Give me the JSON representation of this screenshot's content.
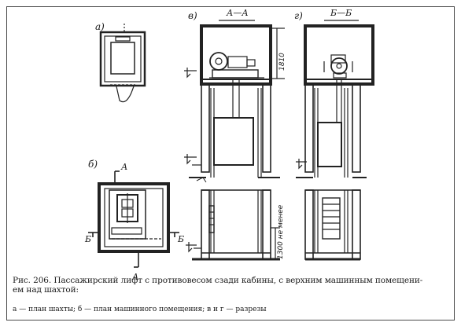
{
  "figure": {
    "views": [
      {
        "key": "a",
        "label": "а)"
      },
      {
        "key": "b",
        "label": "б)"
      },
      {
        "key": "c",
        "label": "в)"
      },
      {
        "key": "d",
        "label": "г)"
      }
    ],
    "sections": {
      "aa": "А—А",
      "bb": "Б—Б"
    },
    "cut_marks": {
      "a_top": "А",
      "a_bottom": "А",
      "b_left": "Б",
      "b_right": "Б"
    },
    "dimensions": {
      "machine_room_height": "1810",
      "pit_depth": "1300 не менее"
    }
  },
  "caption": {
    "line1": "Рис. 206. Пассажирский лифт с противовесом сзади кабины, с верхним машинным помещени-",
    "line2": "ем над шахтой:",
    "legend": "а — план шахты; б — план машинного помещения; в и г — разрезы"
  }
}
